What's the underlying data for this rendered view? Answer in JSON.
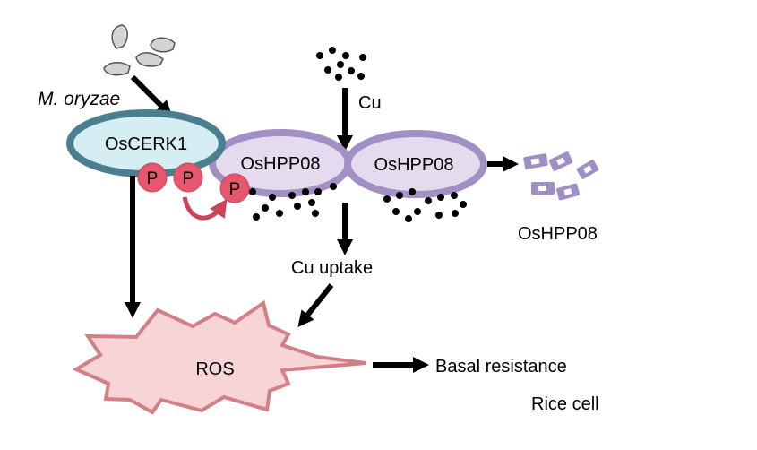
{
  "labels": {
    "pathogen": "M. oryzae",
    "receptor": "OsCERK1",
    "phospho_1": "P",
    "phospho_2": "P",
    "phospho_3": "P",
    "transporter_1": "OsHPP08",
    "transporter_2": "OsHPP08",
    "released": "OsHPP08",
    "copper": "Cu",
    "uptake": "Cu uptake",
    "ros": "ROS",
    "outcome": "Basal resistance",
    "cell": "Rice cell"
  },
  "colors": {
    "receptor_fill": "#d4eef3",
    "receptor_stroke": "#4a7f8f",
    "phospho": "#e8566e",
    "phospho_arrow": "#c9455c",
    "transporter_fill": "#e4dbee",
    "transporter_stroke": "#a28fc4",
    "fragment": "#9f8fc4",
    "ros_fill": "#f7d5d7",
    "ros_stroke": "#d27f86",
    "spore_fill": "#d4d4d4",
    "spore_stroke": "#555555",
    "arrow": "#000000"
  },
  "icons": {
    "spores": "fungal-spore-icon",
    "copper": "copper-ion-dot",
    "fragments": "protein-fragment-icon"
  }
}
